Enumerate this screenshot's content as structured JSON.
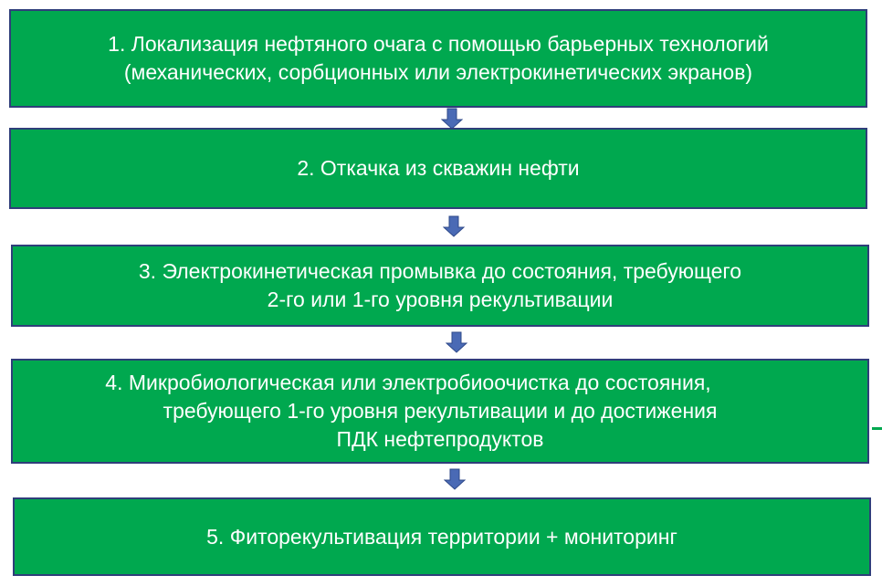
{
  "steps": [
    {
      "lines": [
        "1. Локализация нефтяного очага с помощью барьерных технологий",
        "(механических, сорбционных или  электрокинетических экранов)"
      ]
    },
    {
      "lines": [
        "2. Откачка из скважин нефти"
      ]
    },
    {
      "lines": [
        "3. Электрокинетическая промывка до состояния, требующего",
        "2-го или 1-го уровня рекультивации"
      ]
    },
    {
      "lines": [
        "4. Микробиологическая или электробиоочистка до состояния,",
        "требующего 1-го уровня рекультивации и до достижения",
        "ПДК нефтепродуктов"
      ]
    },
    {
      "lines": [
        "5. Фиторекультивация территории + мониторинг"
      ]
    }
  ],
  "colors": {
    "box_fill": "#00a84f",
    "box_border": "#2f3e7a",
    "arrow": "#4a6ab5"
  },
  "arrow_icon": "down-arrow-icon"
}
